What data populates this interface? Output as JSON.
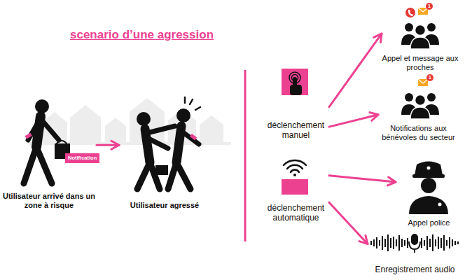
{
  "diagram": {
    "title": "scenario d’une agression",
    "nodes": [
      {
        "text": [
          "Utilisateur arrivé dans un zone à risque"
        ]
      },
      {
        "text": [
          "Utilisateur agressé"
        ]
      },
      {
        "text": [
          "déclenchement manuel"
        ]
      },
      {
        "text": [
          "déclenchement automatique"
        ]
      },
      {
        "text": [
          "Appel et message aux proches"
        ]
      },
      {
        "text": [
          "Notifications aux bénévoles du secteur"
        ]
      },
      {
        "text": [
          "Appel police"
        ]
      },
      {
        "text": [
          "Enregistrement audio"
        ]
      }
    ],
    "edges": [
      {
        "from": 0,
        "to": 1,
        "arrow": "to"
      },
      {
        "from": 2,
        "to": 4,
        "arrow": "to"
      },
      {
        "from": 2,
        "to": 5,
        "arrow": "to"
      },
      {
        "from": 3,
        "to": 6,
        "arrow": "to"
      },
      {
        "from": 3,
        "to": 7,
        "arrow": "to"
      }
    ],
    "labels": [
      "Notification",
      "1",
      "1"
    ]
  }
}
